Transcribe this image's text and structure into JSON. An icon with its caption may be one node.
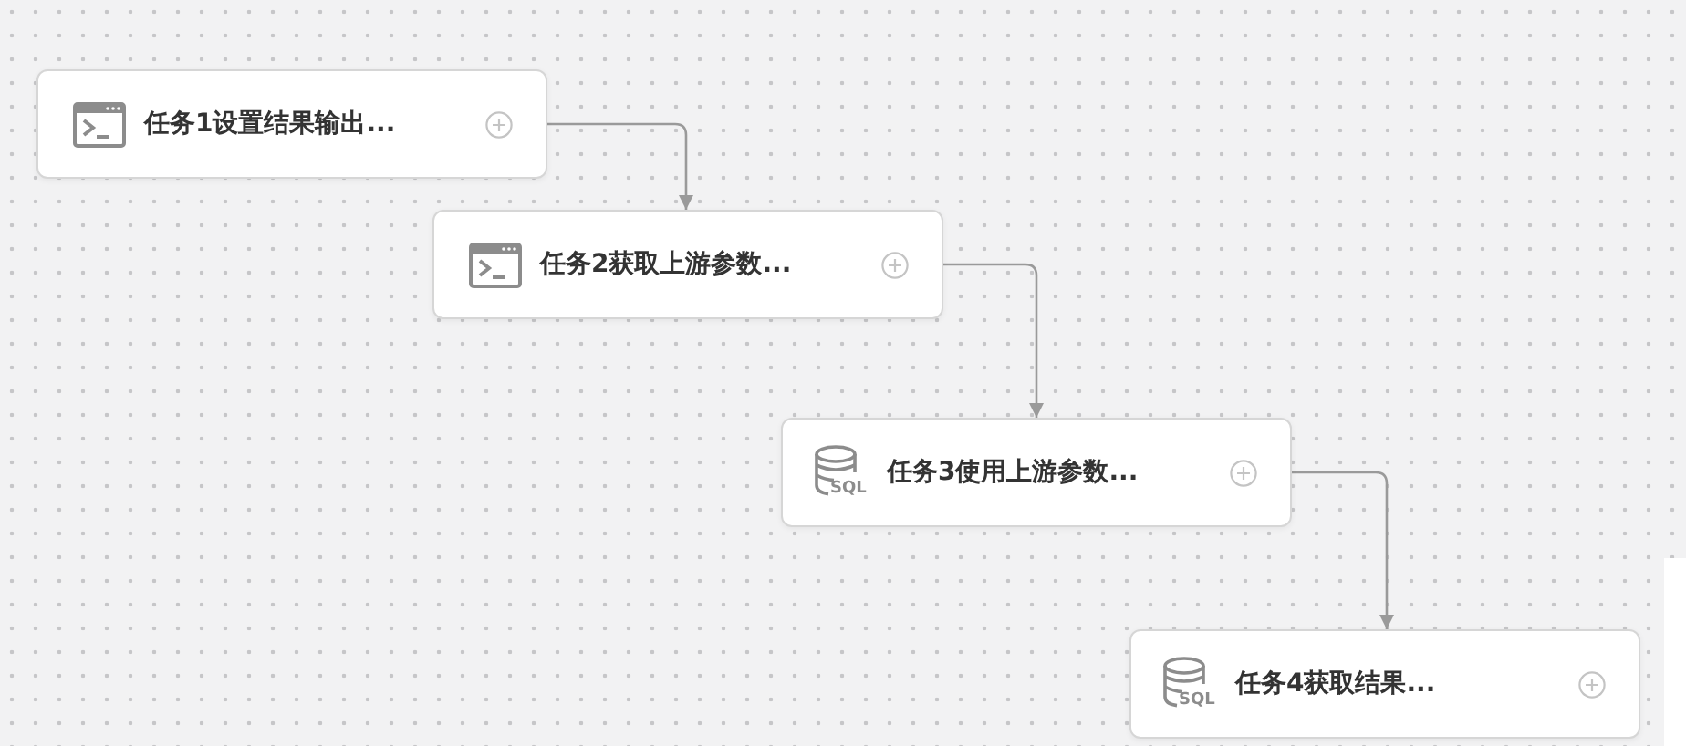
{
  "diagram": {
    "nodes": [
      {
        "text": [
          "任务1设置结果输出..."
        ]
      },
      {
        "text": [
          "任务2获取上游参数..."
        ]
      },
      {
        "text": [
          "SQL",
          "任务3使用上游参数..."
        ]
      },
      {
        "text": [
          "SQL",
          "任务4获取结果..."
        ]
      }
    ],
    "edges": [
      {
        "from": 0,
        "to": 1,
        "arrow": "to"
      },
      {
        "from": 1,
        "to": 2,
        "arrow": "to"
      },
      {
        "from": 2,
        "to": 3,
        "arrow": "to"
      }
    ]
  }
}
